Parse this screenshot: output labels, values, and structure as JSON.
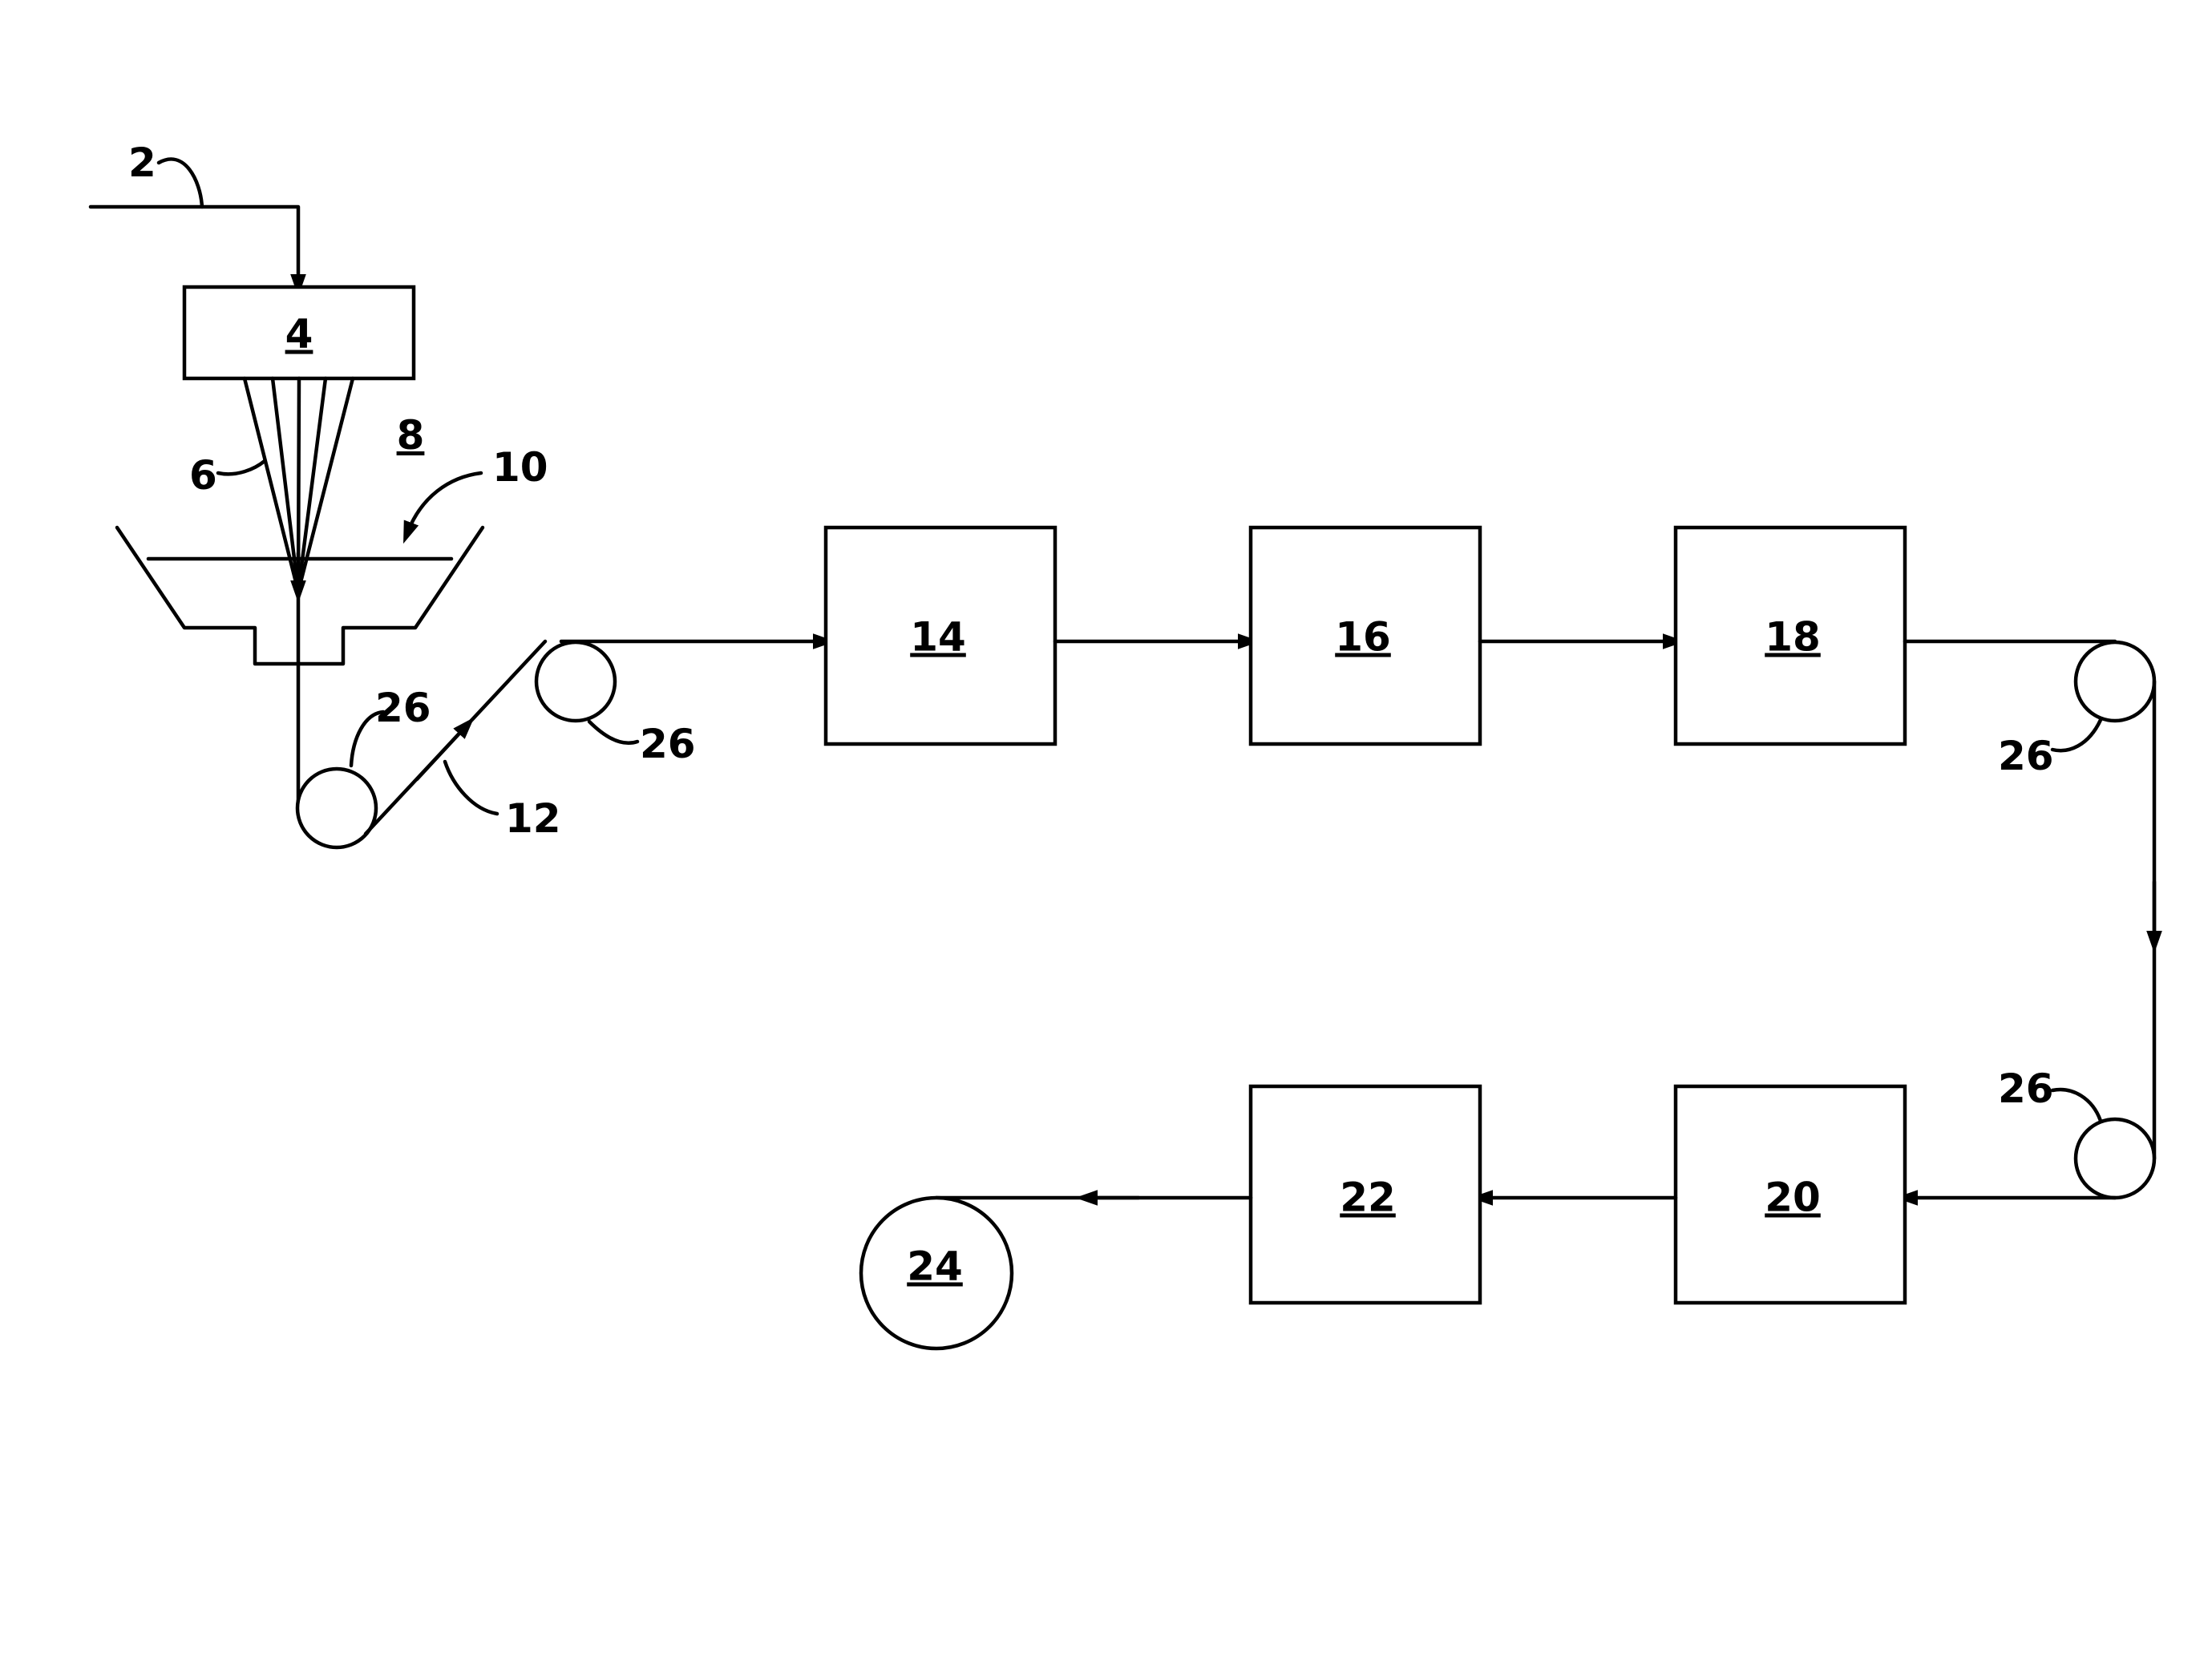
{
  "labels": {
    "feed": "2",
    "spinneret": "4",
    "filaments": "6",
    "zone": "8",
    "bath": "10",
    "fiber": "12",
    "step14": "14",
    "step16": "16",
    "step18": "18",
    "step20": "20",
    "step22": "22",
    "winder": "24",
    "roller_a": "26",
    "roller_b": "26",
    "roller_c": "26",
    "roller_d": "26"
  }
}
